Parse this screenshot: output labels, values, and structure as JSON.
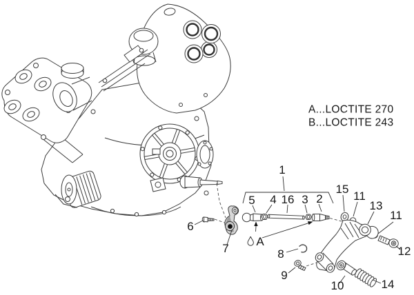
{
  "figure": {
    "type": "exploded-parts-diagram",
    "colors": {
      "line": "#3a3a3a",
      "background": "#ffffff",
      "shade_dark": "#111111",
      "shade_mid": "#c9c9c9"
    },
    "notes": {
      "a": "A...LOCTITE 270",
      "b": "B...LOCTITE 243"
    },
    "callouts": {
      "c1": "1",
      "c2": "2",
      "c3": "3",
      "c4": "4",
      "c5": "5",
      "c6": "6",
      "c7": "7",
      "c8": "8",
      "c9": "9",
      "c10": "10",
      "c11a": "11",
      "c11b": "11",
      "c12": "12",
      "c13": "13",
      "c14": "14",
      "c15": "15",
      "c16": "16",
      "cA": "A"
    }
  }
}
